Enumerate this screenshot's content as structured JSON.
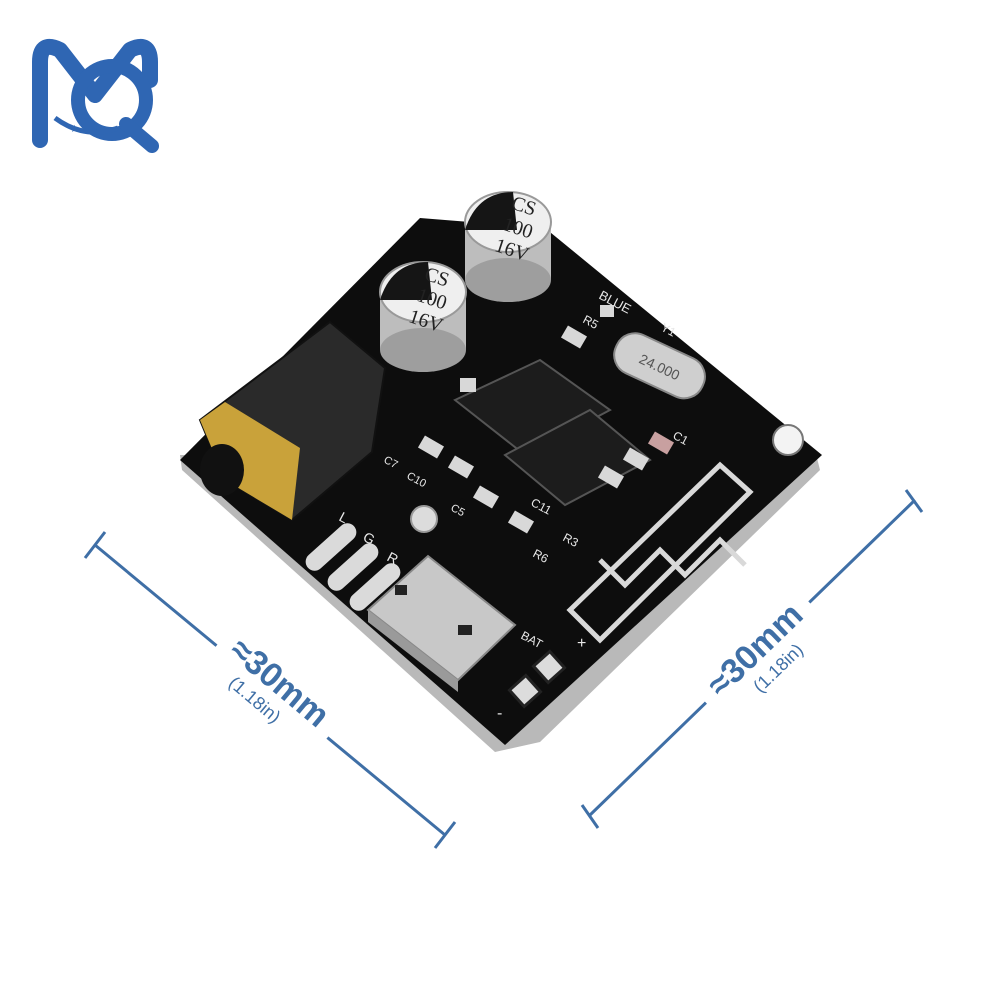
{
  "colors": {
    "dimension": "#3f6fa6",
    "logo_blue": "#2f66b3",
    "pcb": "#0d0d0d",
    "gold": "#c9a23a",
    "silkscreen": "#e8e8e8"
  },
  "dimensions": {
    "left": {
      "value": "≈30mm",
      "sub": "(1.18in)"
    },
    "right": {
      "value": "≈30mm",
      "sub": "(1.18in)"
    }
  },
  "board": {
    "capacitor_1": {
      "line1": "CS",
      "line2": "100",
      "line3": "16V"
    },
    "capacitor_2": {
      "line1": "CS",
      "line2": "100",
      "line3": "16V"
    },
    "crystal": "24.000",
    "labels": {
      "blue": "BLUE",
      "r5": "R5",
      "y1": "Y1",
      "c7": "C7",
      "c10": "C10",
      "c5": "C5",
      "c11": "C11",
      "c1": "C1",
      "r6": "R6",
      "r3": "R3",
      "l": "L",
      "g": "G",
      "r": "R",
      "bat": "BAT",
      "plus": "+",
      "minus": "-"
    }
  },
  "icons": [
    "logo-mq-icon"
  ]
}
